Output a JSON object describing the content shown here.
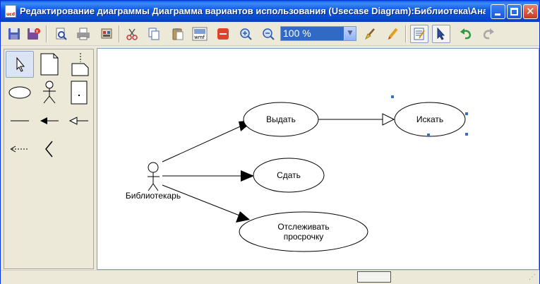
{
  "window": {
    "title": "Редактирование диаграммы Диаграмма вариантов использования (Usecase Diagram):Библиотека\\Ана...",
    "icon_text": "ucd",
    "buttons": [
      "minimize",
      "maximize",
      "close"
    ]
  },
  "toolbar": {
    "tools": [
      "save-icon",
      "save-close-icon",
      "print-preview-icon",
      "print-icon",
      "page-setup-icon",
      "cut-icon",
      "copy-icon",
      "paste-icon",
      "export-wmf-icon",
      "delete-icon",
      "zoom-in-icon",
      "zoom-out-icon",
      "brush-icon",
      "pencil-icon",
      "properties-icon",
      "select-pointer-icon",
      "undo-icon",
      "redo-icon"
    ],
    "zoom_value": "100 %",
    "wmf_label": "wmf"
  },
  "palette": {
    "items": [
      "pointer",
      "note",
      "note-anchor",
      "usecase",
      "actor",
      "boundary",
      "association",
      "directed-association",
      "generalization",
      "dependency",
      "extend"
    ]
  },
  "diagram": {
    "actor": {
      "label": "Библиотекарь"
    },
    "usecases": [
      {
        "label": "Выдать"
      },
      {
        "label": "Искать"
      },
      {
        "label": "Сдать"
      },
      {
        "label_line1": "Отслеживать",
        "label_line2": "просрочку"
      }
    ]
  },
  "colors": {
    "title_bar": "#0a5fe8",
    "selection_handle": "#3a6ec6",
    "zoom_highlight": "#316ac5"
  }
}
